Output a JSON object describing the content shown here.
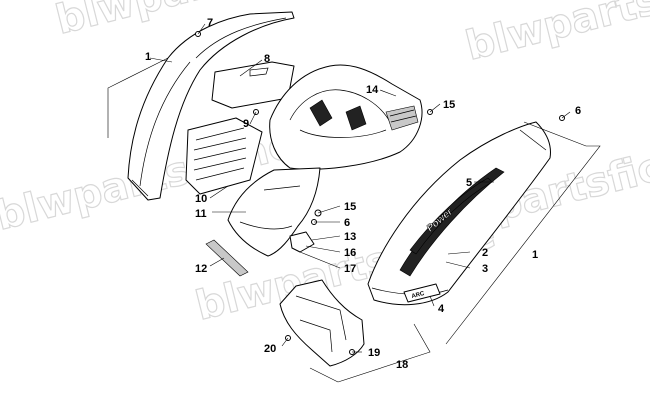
{
  "diagram": {
    "watermarks": [
      "blwpartsfiche",
      "blwpartsfiche",
      "blwpartsfiche",
      "blwpartsfiche",
      "blwpartsfiche"
    ],
    "callouts": {
      "c1_left": "1",
      "c7": "7",
      "c8": "8",
      "c9": "9",
      "c10": "10",
      "c11": "11",
      "c12": "12",
      "c14": "14",
      "c15_top": "15",
      "c6_top": "6",
      "c5": "5",
      "c15_mid": "15",
      "c6_mid": "6",
      "c13": "13",
      "c16": "16",
      "c17": "17",
      "c2": "2",
      "c3": "3",
      "c1_right": "1",
      "c4": "4",
      "c20": "20",
      "c19": "19",
      "c18": "18"
    },
    "decal_text": "Power",
    "emblem_text": "ARC"
  }
}
